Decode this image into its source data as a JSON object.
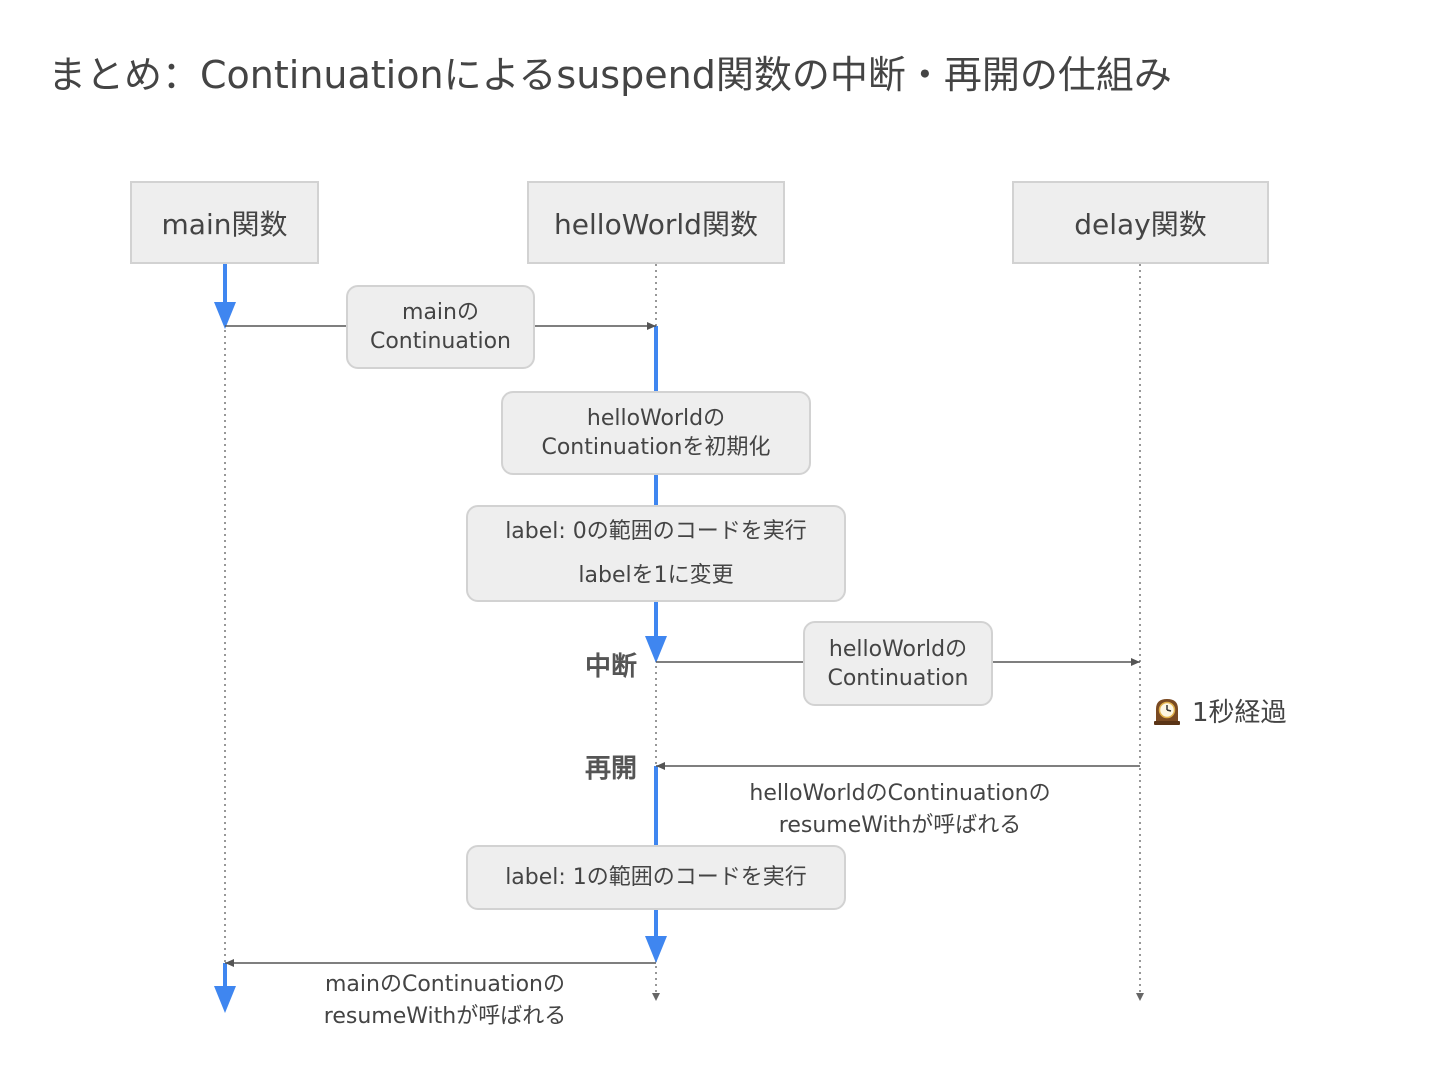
{
  "title": "まとめ：Continuationによるsuspend関数の中断・再開の仕組み",
  "colors": {
    "active": "#3f86f0",
    "line": "#555555",
    "box_fill": "#eeeeee",
    "box_border": "#d2d2d2",
    "text": "#444444"
  },
  "participants": [
    {
      "id": "main",
      "label": "main関数"
    },
    {
      "id": "helloWorld",
      "label": "helloWorld関数"
    },
    {
      "id": "delay",
      "label": "delay関数"
    }
  ],
  "messages": {
    "main_to_hello": [
      "mainの",
      "Continuation"
    ],
    "init": [
      "helloWorldの",
      "Continuationを初期化"
    ],
    "exec0": [
      "label: 0の範囲のコードを実行",
      "labelを1に変更"
    ],
    "hello_to_delay": [
      "helloWorldの",
      "Continuation"
    ],
    "exec1": [
      "label: 1の範囲のコードを実行"
    ]
  },
  "states": {
    "suspend": "中断",
    "resume": "再開"
  },
  "timer": {
    "icon": "mantelpiece-clock-icon",
    "text": "1秒経過"
  },
  "calls": {
    "delay_resume": [
      "helloWorldのContinuationの",
      "resumeWithが呼ばれる"
    ],
    "main_resume": [
      "mainのContinuationの",
      "resumeWithが呼ばれる"
    ]
  }
}
